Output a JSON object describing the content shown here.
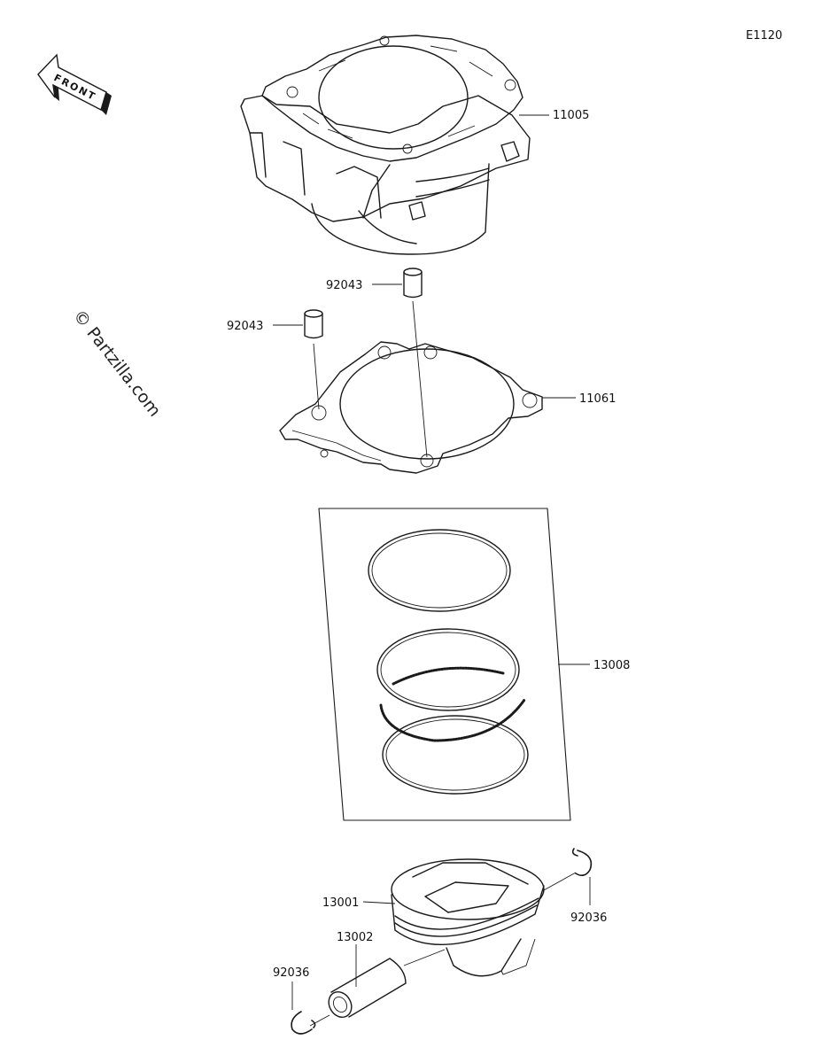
{
  "diagram": {
    "diagram_code": "E1120",
    "watermark": "© Partzilla.com",
    "front_label": "FRONT",
    "callouts": {
      "cylinder": "11005",
      "dowel_pin_upper": "92043",
      "dowel_pin_lower": "92043",
      "gasket": "11061",
      "ring_set": "13008",
      "piston": "13001",
      "piston_pin": "13002",
      "circlip_right": "92036",
      "circlip_left": "92036"
    }
  }
}
